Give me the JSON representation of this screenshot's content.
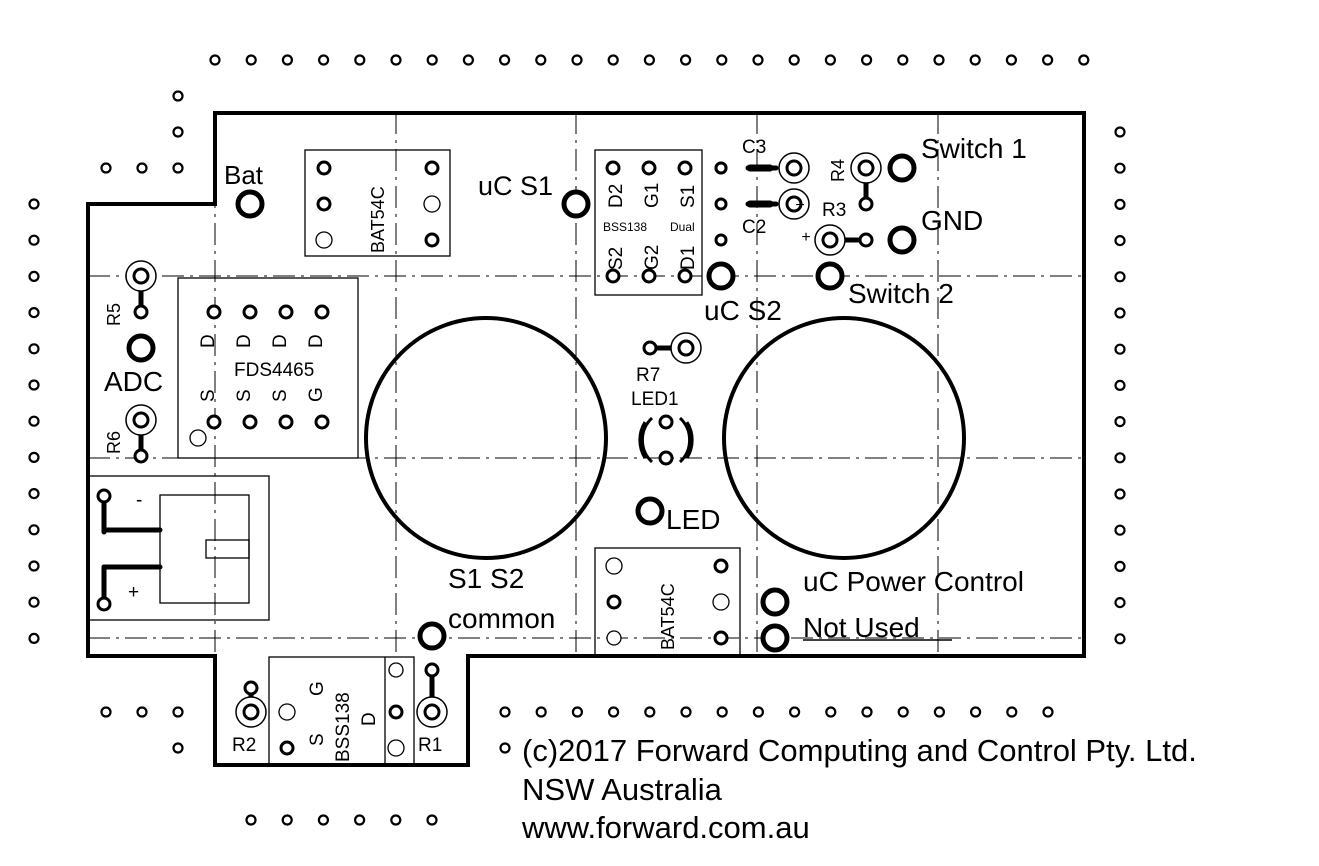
{
  "labels": {
    "bat": "Bat",
    "bat54c_top": "BAT54C",
    "uc_s1": "uC S1",
    "d2": "D2",
    "g1": "G1",
    "s1": "S1",
    "bss138_dual": "BSS138",
    "dual": "Dual",
    "s2": "S2",
    "g2": "G2",
    "d1": "D1",
    "c3": "C3",
    "c2": "C2",
    "r4": "R4",
    "r3": "R3",
    "switch1": "Switch 1",
    "gnd": "GND",
    "switch2": "Switch 2",
    "uc_s2": "uC S2",
    "r5": "R5",
    "adc": "ADC",
    "r6": "R6",
    "fds_d": "D",
    "fds_s": "S",
    "fds_g": "G",
    "fds4465": "FDS4465",
    "r7": "R7",
    "led1": "LED1",
    "led": "LED",
    "minus": "-",
    "plus": "+",
    "s1s2": "S1 S2",
    "common": "common",
    "bat54c_bottom": "BAT54C",
    "uc_power": "uC Power Control",
    "not_used": "Not Used",
    "r2": "R2",
    "r1": "R1",
    "bss_g": "G",
    "bss_s": "S",
    "bss138": "BSS138",
    "bss_d": "D"
  },
  "footer": {
    "line1": "(c)2017 Forward Computing and Control Pty. Ltd.",
    "line2": "NSW Australia",
    "line3": "www.forward.com.au"
  }
}
